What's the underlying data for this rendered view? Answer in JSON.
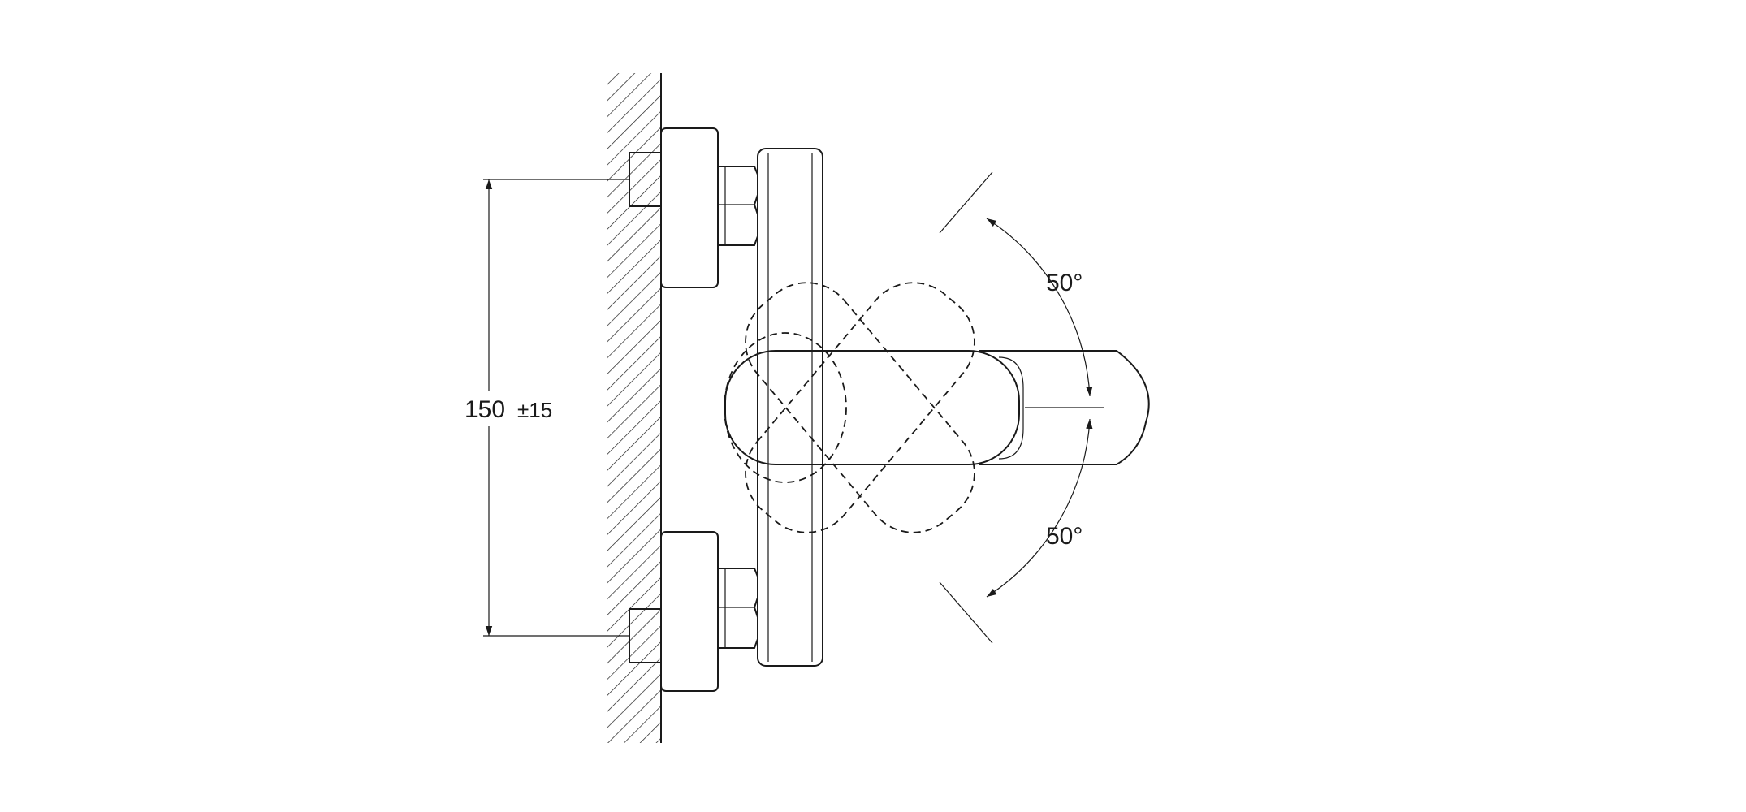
{
  "dimensions": {
    "mounting_distance": "150",
    "mounting_tolerance": "±15",
    "rotation_up": "50°",
    "rotation_down": "50°"
  },
  "colors": {
    "line": "#1a1a1a",
    "background": "#ffffff"
  }
}
